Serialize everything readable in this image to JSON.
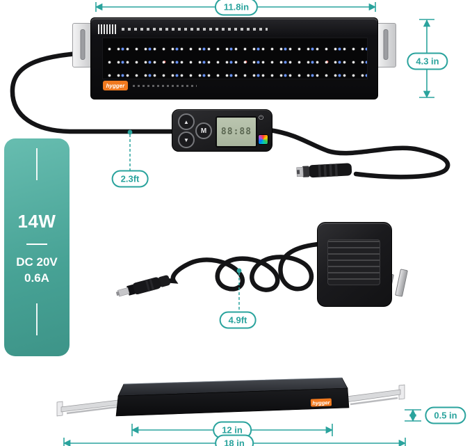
{
  "accent": "#2aa39d",
  "dims": {
    "top_width": "11.8in",
    "side_height": "4.3 in",
    "controller_cable": "2.3ft",
    "adapter_cable": "4.9ft",
    "thickness": "0.5 in",
    "inner_width": "12 in",
    "outer_width": "18 in"
  },
  "specs": {
    "wattage": "14W",
    "voltage": "DC 20V",
    "current": "0.6A"
  },
  "light_bar": {
    "brand": "hygger"
  },
  "bottom_view": {
    "brand": "hygger"
  },
  "controller": {
    "lcd_text": "88:88",
    "button_up": "▲",
    "button_down": "▼",
    "button_mode": "M",
    "power_icon": "⏻"
  }
}
